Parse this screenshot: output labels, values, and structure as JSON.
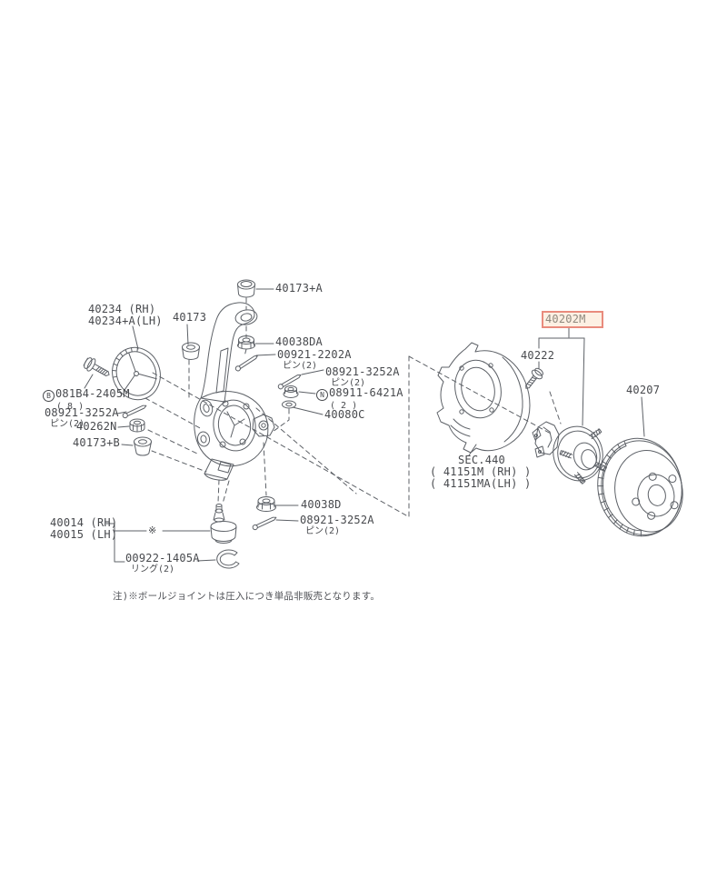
{
  "colors": {
    "line": "#5d6167",
    "text": "#47494d",
    "highlight_border": "#e98b7d",
    "highlight_fill": "#fdf0e3"
  },
  "labels": {
    "cap_top": {
      "text": "40173+A"
    },
    "seal": {
      "line1": "40234 (RH)",
      "line2": "40234+A(LH)"
    },
    "bush_top": {
      "text": "40173"
    },
    "nut_da": {
      "text": "40038DA"
    },
    "pin_2202": {
      "text": "00921-2202A",
      "qty": "ピン(2)"
    },
    "pin_3252_right": {
      "text": "08921-3252A",
      "qty": "ピン(2)"
    },
    "nut_6421": {
      "prefix": "N",
      "text": "08911-6421A",
      "qty": "( 2 )"
    },
    "washer": {
      "text": "40080C"
    },
    "bolt_2405": {
      "prefix": "B",
      "text": "081B4-2405M",
      "qty": "( 8 )"
    },
    "pin_3252_left": {
      "text": "08921-3252A",
      "qty": "ピン(2)"
    },
    "bush_n": {
      "text": "40262N"
    },
    "cap_b": {
      "text": "40173+B"
    },
    "nut_d": {
      "text": "40038D"
    },
    "pin_3252_bottom": {
      "text": "08921-3252A",
      "qty": "ピン(2)"
    },
    "knuckle": {
      "line1": "40014 (RH)",
      "line2": "40015 (LH)"
    },
    "ring": {
      "text": "00922-1405A",
      "qty": "リング(2)"
    },
    "sec": {
      "line1": "SEC.440",
      "line2": "( 41151M (RH) )",
      "line3": "( 41151MA(LH) )"
    },
    "bolt_hub": {
      "text": "40222"
    },
    "hub": {
      "text": "40202M"
    },
    "rotor": {
      "text": "40207"
    },
    "ref_mark": "※",
    "note": "注)※ボールジョイントは圧入につき単品非販売となります。"
  }
}
